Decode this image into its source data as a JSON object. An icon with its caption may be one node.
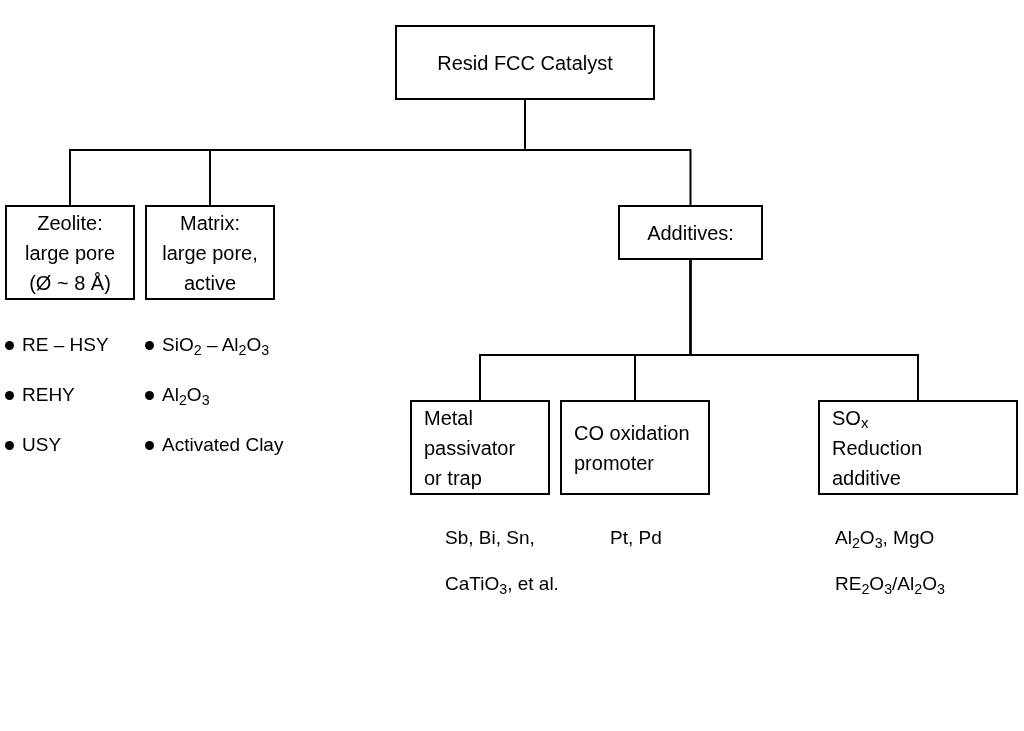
{
  "diagram": {
    "nodes": [
      {
        "text": [
          "Resid FCC Catalyst"
        ]
      },
      {
        "text": [
          "Zeolite: large pore (Ø ~ 8 Å)"
        ],
        "beside": [
          "RE – HSY",
          "REHY",
          "USY"
        ]
      },
      {
        "text": [
          "Matrix: large pore, active"
        ],
        "beside": [
          "SiO$_{2}$ – Al$_{2}$O$_{3}$",
          "Al$_{2}$O$_{3}$",
          "Activated Clay"
        ]
      },
      {
        "text": [
          "Additives:"
        ]
      },
      {
        "text": [
          "Metal passivator or trap"
        ],
        "beside": [
          "Sb, Bi, Sn, CaTiO$_{3}$, et al."
        ]
      },
      {
        "text": [
          "CO oxidation promoter"
        ],
        "beside": [
          "Pt, Pd"
        ]
      },
      {
        "text": [
          "SO$_{x}$ Reduction additive"
        ],
        "beside": [
          "Al$_{2}$O$_{3}$, MgO",
          "RE$_{2}$O$_{3}$/Al$_{2}$O$_{3}$"
        ]
      }
    ],
    "edges": [
      {
        "from": 0,
        "to": 1,
        "arrow": "none"
      },
      {
        "from": 0,
        "to": 2,
        "arrow": "none"
      },
      {
        "from": 0,
        "to": 3,
        "arrow": "none"
      },
      {
        "from": 3,
        "to": 4,
        "arrow": "none"
      },
      {
        "from": 3,
        "to": 5,
        "arrow": "none"
      },
      {
        "from": 3,
        "to": 6,
        "arrow": "none"
      }
    ]
  }
}
